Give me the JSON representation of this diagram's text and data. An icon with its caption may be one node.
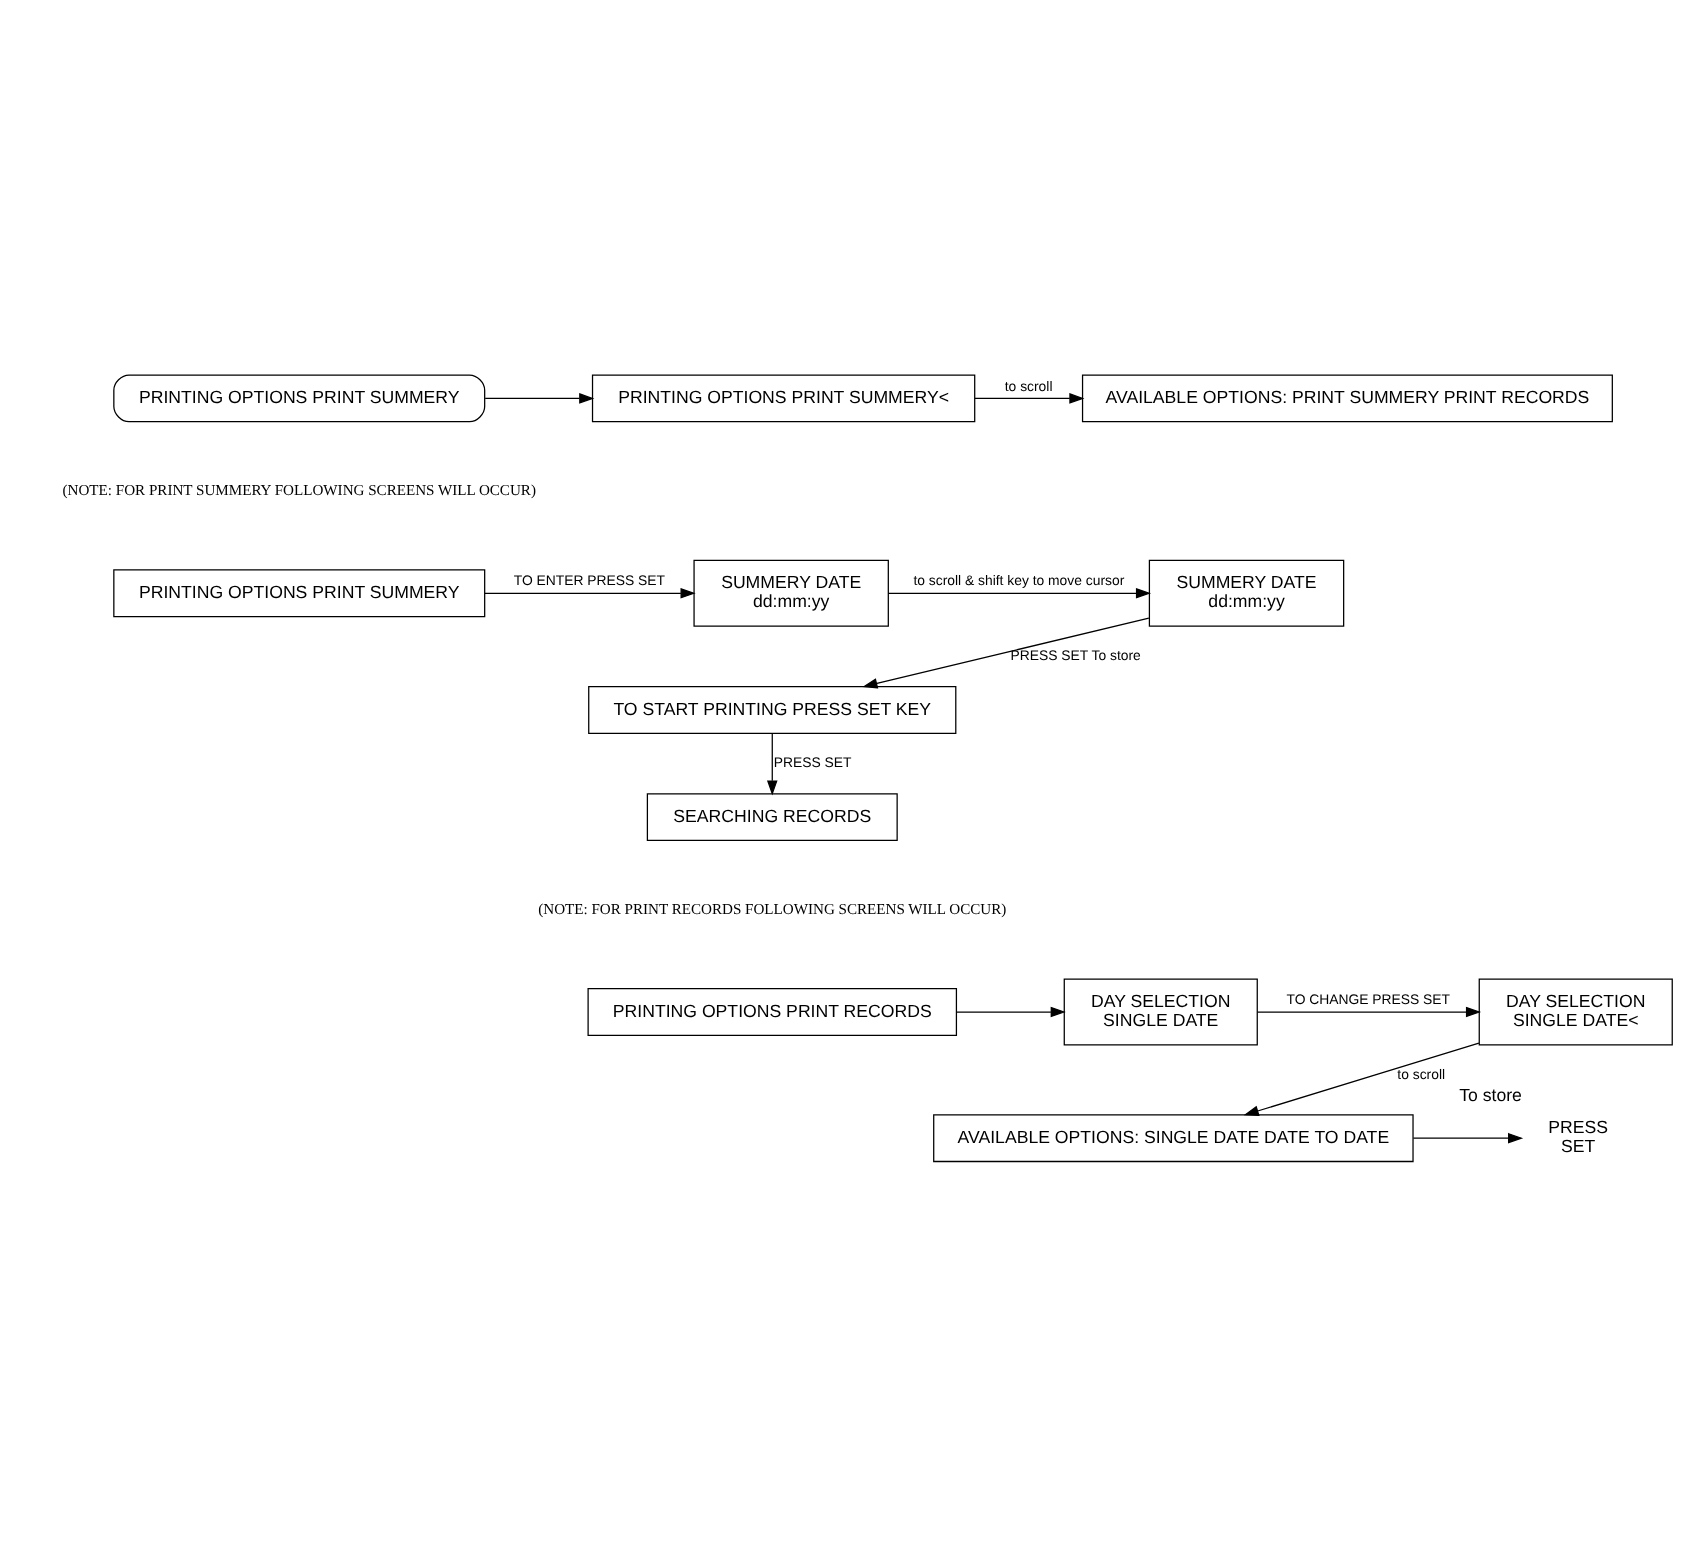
{
  "diagram": {
    "nodes": [
      {
        "text": [
          "PRINTING OPTIONS PRINT SUMMERY"
        ]
      },
      {
        "text": [
          "PRINTING OPTIONS PRINT SUMMERY<"
        ]
      },
      {
        "text": [
          "AVAILABLE OPTIONS: PRINT SUMMERY PRINT RECORDS"
        ]
      },
      {
        "text": [
          "PRINTING OPTIONS PRINT SUMMERY"
        ]
      },
      {
        "text": [
          "SUMMERY DATE",
          "dd:mm:yy"
        ]
      },
      {
        "text": [
          "SUMMERY DATE",
          "dd:mm:yy"
        ]
      },
      {
        "text": [
          "TO START PRINTING PRESS SET KEY"
        ]
      },
      {
        "text": [
          "SEARCHING RECORDS"
        ]
      },
      {
        "text": [
          "PRINTING OPTIONS PRINT RECORDS"
        ]
      },
      {
        "text": [
          "DAY SELECTION",
          "SINGLE DATE"
        ]
      },
      {
        "text": [
          "DAY SELECTION",
          "SINGLE DATE<"
        ]
      },
      {
        "text": [
          "AVAILABLE OPTIONS: SINGLE DATE DATE TO DATE"
        ]
      },
      {
        "text": [
          "PRESS",
          "SET"
        ],
        "beside": [
          "To store"
        ]
      }
    ],
    "edges": [
      {
        "from": 0,
        "to": 1,
        "arrow": "to"
      },
      {
        "from": 1,
        "to": 2,
        "arrow": "to",
        "label": "to scroll"
      },
      {
        "from": 3,
        "to": 4,
        "arrow": "to",
        "label": "TO ENTER PRESS SET"
      },
      {
        "from": 4,
        "to": 5,
        "arrow": "to",
        "label": "to scroll & shift key to move cursor"
      },
      {
        "from": 5,
        "to": 6,
        "arrow": "to",
        "label": "PRESS SET To store"
      },
      {
        "from": 6,
        "to": 7,
        "arrow": "to",
        "label": "PRESS SET"
      },
      {
        "from": 8,
        "to": 9,
        "arrow": "to"
      },
      {
        "from": 9,
        "to": 10,
        "arrow": "to",
        "label": "TO CHANGE PRESS SET"
      },
      {
        "from": 10,
        "to": 11,
        "arrow": "to",
        "label": "to scroll"
      },
      {
        "from": 11,
        "to": 12,
        "arrow": "to"
      }
    ],
    "labels": [
      "(NOTE: FOR PRINT SUMMERY FOLLOWING SCREENS WILL OCCUR)",
      "(NOTE: FOR PRINT RECORDS FOLLOWING SCREENS WILL OCCUR)"
    ]
  }
}
